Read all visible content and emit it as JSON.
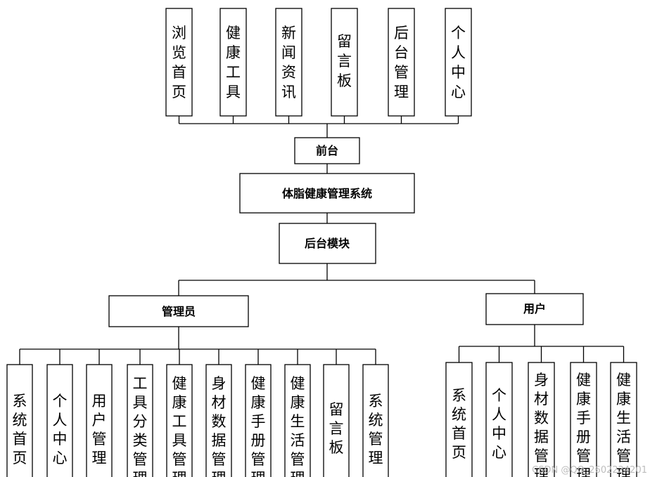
{
  "front": {
    "label": "前台",
    "items": [
      "浏览首页",
      "健康工具",
      "新闻资讯",
      "留言板",
      "后台管理",
      "个人中心"
    ]
  },
  "system": {
    "label": "体脂健康管理系统"
  },
  "backend": {
    "label": "后台模块"
  },
  "admin": {
    "label": "管理员",
    "items": [
      "系统首页",
      "个人中心",
      "用户管理",
      "工具分类管理",
      "健康工具管理",
      "身材数据管理",
      "健康手册管理",
      "健康生活管理",
      "留言板",
      "系统管理"
    ]
  },
  "user": {
    "label": "用户",
    "items": [
      "系统首页",
      "个人中心",
      "身材数据管理",
      "健康手册管理",
      "健康生活管理"
    ]
  },
  "watermark": "CSDN @QQ_2602224201"
}
